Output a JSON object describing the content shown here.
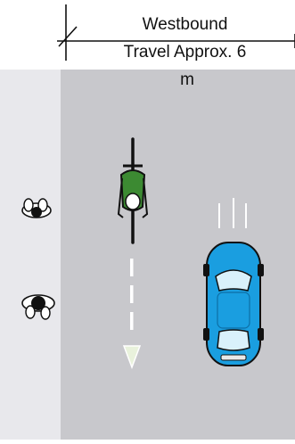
{
  "dimension": {
    "label_line1": "Westbound",
    "label_line2": "Travel Approx. 6",
    "label_line3": "m"
  },
  "colors": {
    "sidewalk": "#e8e8ec",
    "roadway": "#c8c8cc",
    "cyclist_jersey": "#3c8a32",
    "car_body": "#1a9ee0",
    "lane_marking": "#ffffff",
    "direction_arrow": "#e9f2dc"
  },
  "icons": [
    "pedestrian-icon",
    "cyclist-icon",
    "car-icon",
    "direction-arrow-icon"
  ]
}
